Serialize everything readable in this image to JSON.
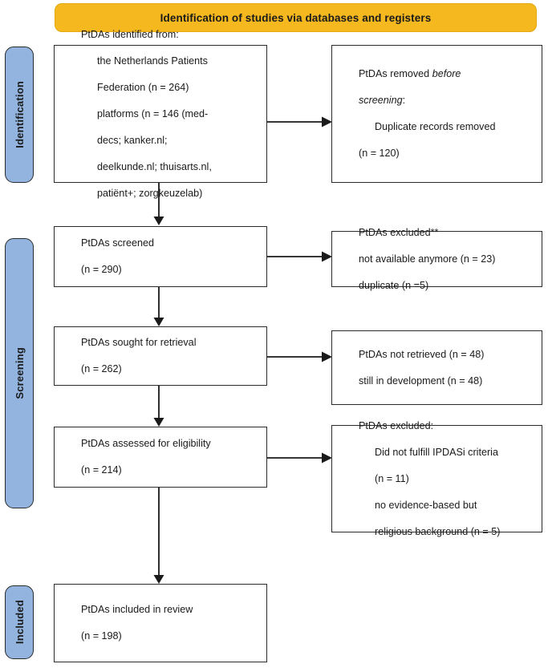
{
  "figure": {
    "type": "prisma-flow-diagram",
    "banner": {
      "label": "Identification of studies via databases and registers",
      "color": "#F5B81E"
    },
    "stage_tabs": [
      {
        "id": "identification",
        "label": "Identification",
        "color": "#92B4DF"
      },
      {
        "id": "screening",
        "label": "Screening",
        "color": "#92B4DF"
      },
      {
        "id": "included",
        "label": "Included",
        "color": "#92B4DF"
      }
    ],
    "boxes": {
      "identified": {
        "line1": "PtDAs identified from:",
        "line2": "the Netherlands Patients",
        "line3": "Federation (n = 264)",
        "line4": "platforms (n = 146 (med-",
        "line5": "decs; kanker.nl;",
        "line6": "deelkunde.nl; thuisarts.nl,",
        "line7": "patiënt+; zorgkeuzelab)"
      },
      "removed_before_screening": {
        "line1_pre": "PtDAs removed ",
        "line1_italic": "before",
        "line2_italic": "screening",
        "line2_post": ":",
        "line3": "Duplicate records removed",
        "line4": "(n = 120)"
      },
      "screened": {
        "line1": "PtDAs screened",
        "line2": "(n = 290)"
      },
      "excluded_screening": {
        "line1": "PtDAs excluded**",
        "line2": "not available anymore (n = 23)",
        "line3": "duplicate (n =5)"
      },
      "sought_retrieval": {
        "line1": "PtDAs sought for retrieval",
        "line2": "(n = 262)"
      },
      "not_retrieved": {
        "line1": "PtDAs not retrieved (n = 48)",
        "line2": "still in development (n = 48)"
      },
      "assessed_eligibility": {
        "line1": "PtDAs assessed for eligibility",
        "line2": "(n = 214)"
      },
      "excluded_eligibility": {
        "line1": "PtDAs excluded:",
        "line2": "Did not fulfill IPDASi criteria",
        "line3": "(n = 11)",
        "line4": "no evidence-based but",
        "line5": "religious background (n = 5)"
      },
      "included_review": {
        "line1": "PtDAs included in review",
        "line2": "(n = 198)"
      }
    },
    "counts": {
      "netherlands_patients_federation": 264,
      "platforms": 146,
      "duplicate_records_removed": 120,
      "screened": 290,
      "not_available_anymore": 23,
      "duplicate": 5,
      "sought_for_retrieval": 262,
      "not_retrieved": 48,
      "still_in_development": 48,
      "assessed_for_eligibility": 214,
      "did_not_fulfill_ipdasi": 11,
      "religious_background": 5,
      "included_in_review": 198
    }
  }
}
